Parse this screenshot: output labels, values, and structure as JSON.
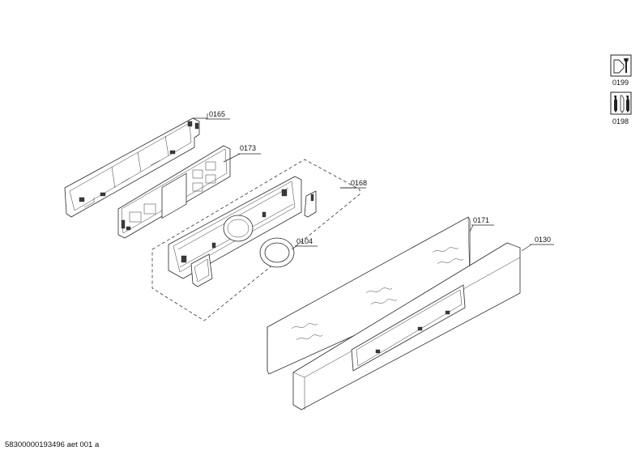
{
  "labels": {
    "p0165": "0165",
    "p0173": "0173",
    "p0168": "0168",
    "p0104": "0104",
    "p0171": "0171",
    "p0130": "0130",
    "p0199": "0199",
    "p0198": "0198"
  },
  "footer": "58300000193496 aet 001 a",
  "icons": {
    "tool": "wrench-tool-icon",
    "screws": "screw-set-icon"
  }
}
